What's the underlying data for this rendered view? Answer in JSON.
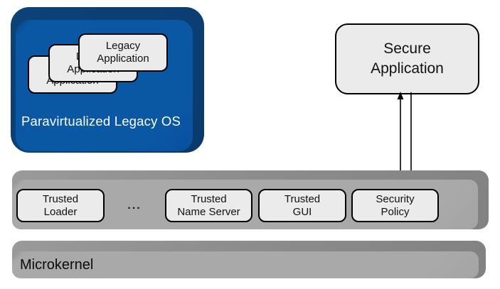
{
  "legacy_os": {
    "label": "Paravirtualized Legacy OS",
    "apps": [
      {
        "lines": [
          "Legacy",
          "Application"
        ]
      },
      {
        "lines": [
          "Legacy",
          "Application"
        ]
      },
      {
        "lines": [
          "Legacy",
          "Application"
        ]
      }
    ]
  },
  "secure_app": {
    "lines": [
      "Secure",
      "Application"
    ]
  },
  "services_bar": {
    "ellipsis": "...",
    "items": [
      {
        "lines": [
          "Trusted",
          "Loader"
        ]
      },
      {
        "lines": [
          "Trusted",
          "Name Server"
        ]
      },
      {
        "lines": [
          "Trusted",
          "GUI"
        ]
      },
      {
        "lines": [
          "Security",
          "Policy"
        ]
      }
    ]
  },
  "microkernel": {
    "label": "Microkernel"
  },
  "colors": {
    "legacy_body": "#0A57A4",
    "legacy_dark": "#0C4076",
    "bar_body": "#A9A9A9",
    "bar_dark": "#8D8D8D",
    "box_background": "#EBEBEB",
    "box_border": "#000000",
    "arrow": "#000000",
    "legacy_label_text": "#FFFFFF"
  }
}
